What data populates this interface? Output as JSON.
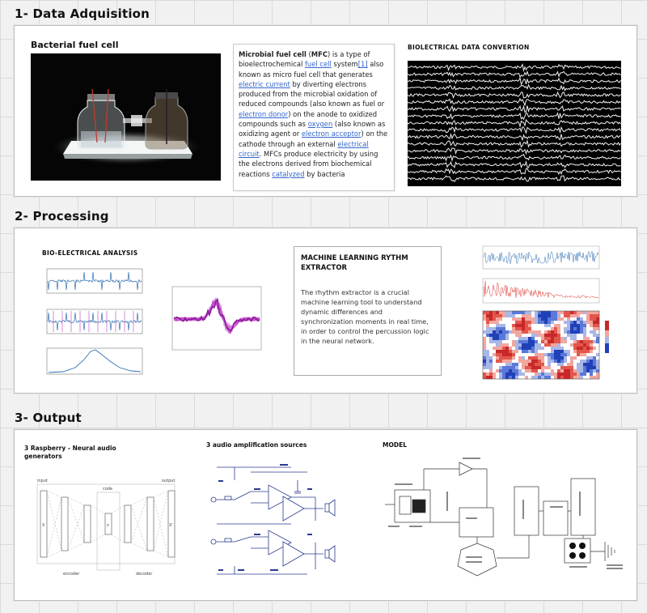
{
  "sections": {
    "acquisition_title": "1- Data Adquisition",
    "processing_title": "2- Processing",
    "output_title": "3- Output"
  },
  "acquisition": {
    "fuel_cell_heading": "Bacterial fuel cell",
    "conversion_heading": "BIOLECTRICAL DATA CONVERTION",
    "wiki": {
      "bold_term": "Microbial fuel cell",
      "abbr_open": " (",
      "abbr": "MFC",
      "t1": ") is a type of bioelectrochemical ",
      "link_fuel_cell": "fuel cell",
      "t2": " system",
      "link_ref": "[1]",
      "t3": " also known as micro fuel cell that generates ",
      "link_electric_current": "electric current",
      "t4": " by diverting electrons produced from the microbial oxidation of reduced compounds (also known as fuel or ",
      "link_electron_donor": "electron donor",
      "t5": ") on the anode to oxidized compounds such as ",
      "link_oxygen": "oxygen",
      "t6": " (also known as oxidizing agent or ",
      "link_electron_acceptor": "electron acceptor",
      "t7": ") on the cathode through an external ",
      "link_electrical_circuit": "electrical circuit",
      "t8": ". MFCs produce electricity by using the electrons derived from biochemical reactions ",
      "link_catalyzed": "catalyzed",
      "t9": " by bacteria"
    }
  },
  "processing": {
    "bio_heading": "BIO-ELECTRICAL ANALYSIS",
    "ml_title": "MACHINE LEARNING RYTHM EXTRACTOR",
    "ml_body": "The rhythm extractor is a crucial machine learning tool to understand dynamic differences and synchronization moments in real time, in order to control the percussion logic in the neural network."
  },
  "output": {
    "raspberry_heading": "3 Raspberry - Neural audio generators",
    "amp_heading": "3 audio amplification sources",
    "model_heading": "MODEL",
    "autoencoder": {
      "input": "input",
      "output": "output",
      "code": "code",
      "x": "X",
      "z": "z",
      "x_prime": "X'",
      "encoder": "encoder",
      "decoder": "decoder"
    }
  },
  "colors": {
    "link": "#3366cc",
    "signal_blue": "#2f6fb0",
    "signal_magenta": "#c03cc8",
    "schematic_blue": "#2b3a8f",
    "heatmap_red": "#d8322a",
    "heatmap_blue": "#2040b8"
  }
}
